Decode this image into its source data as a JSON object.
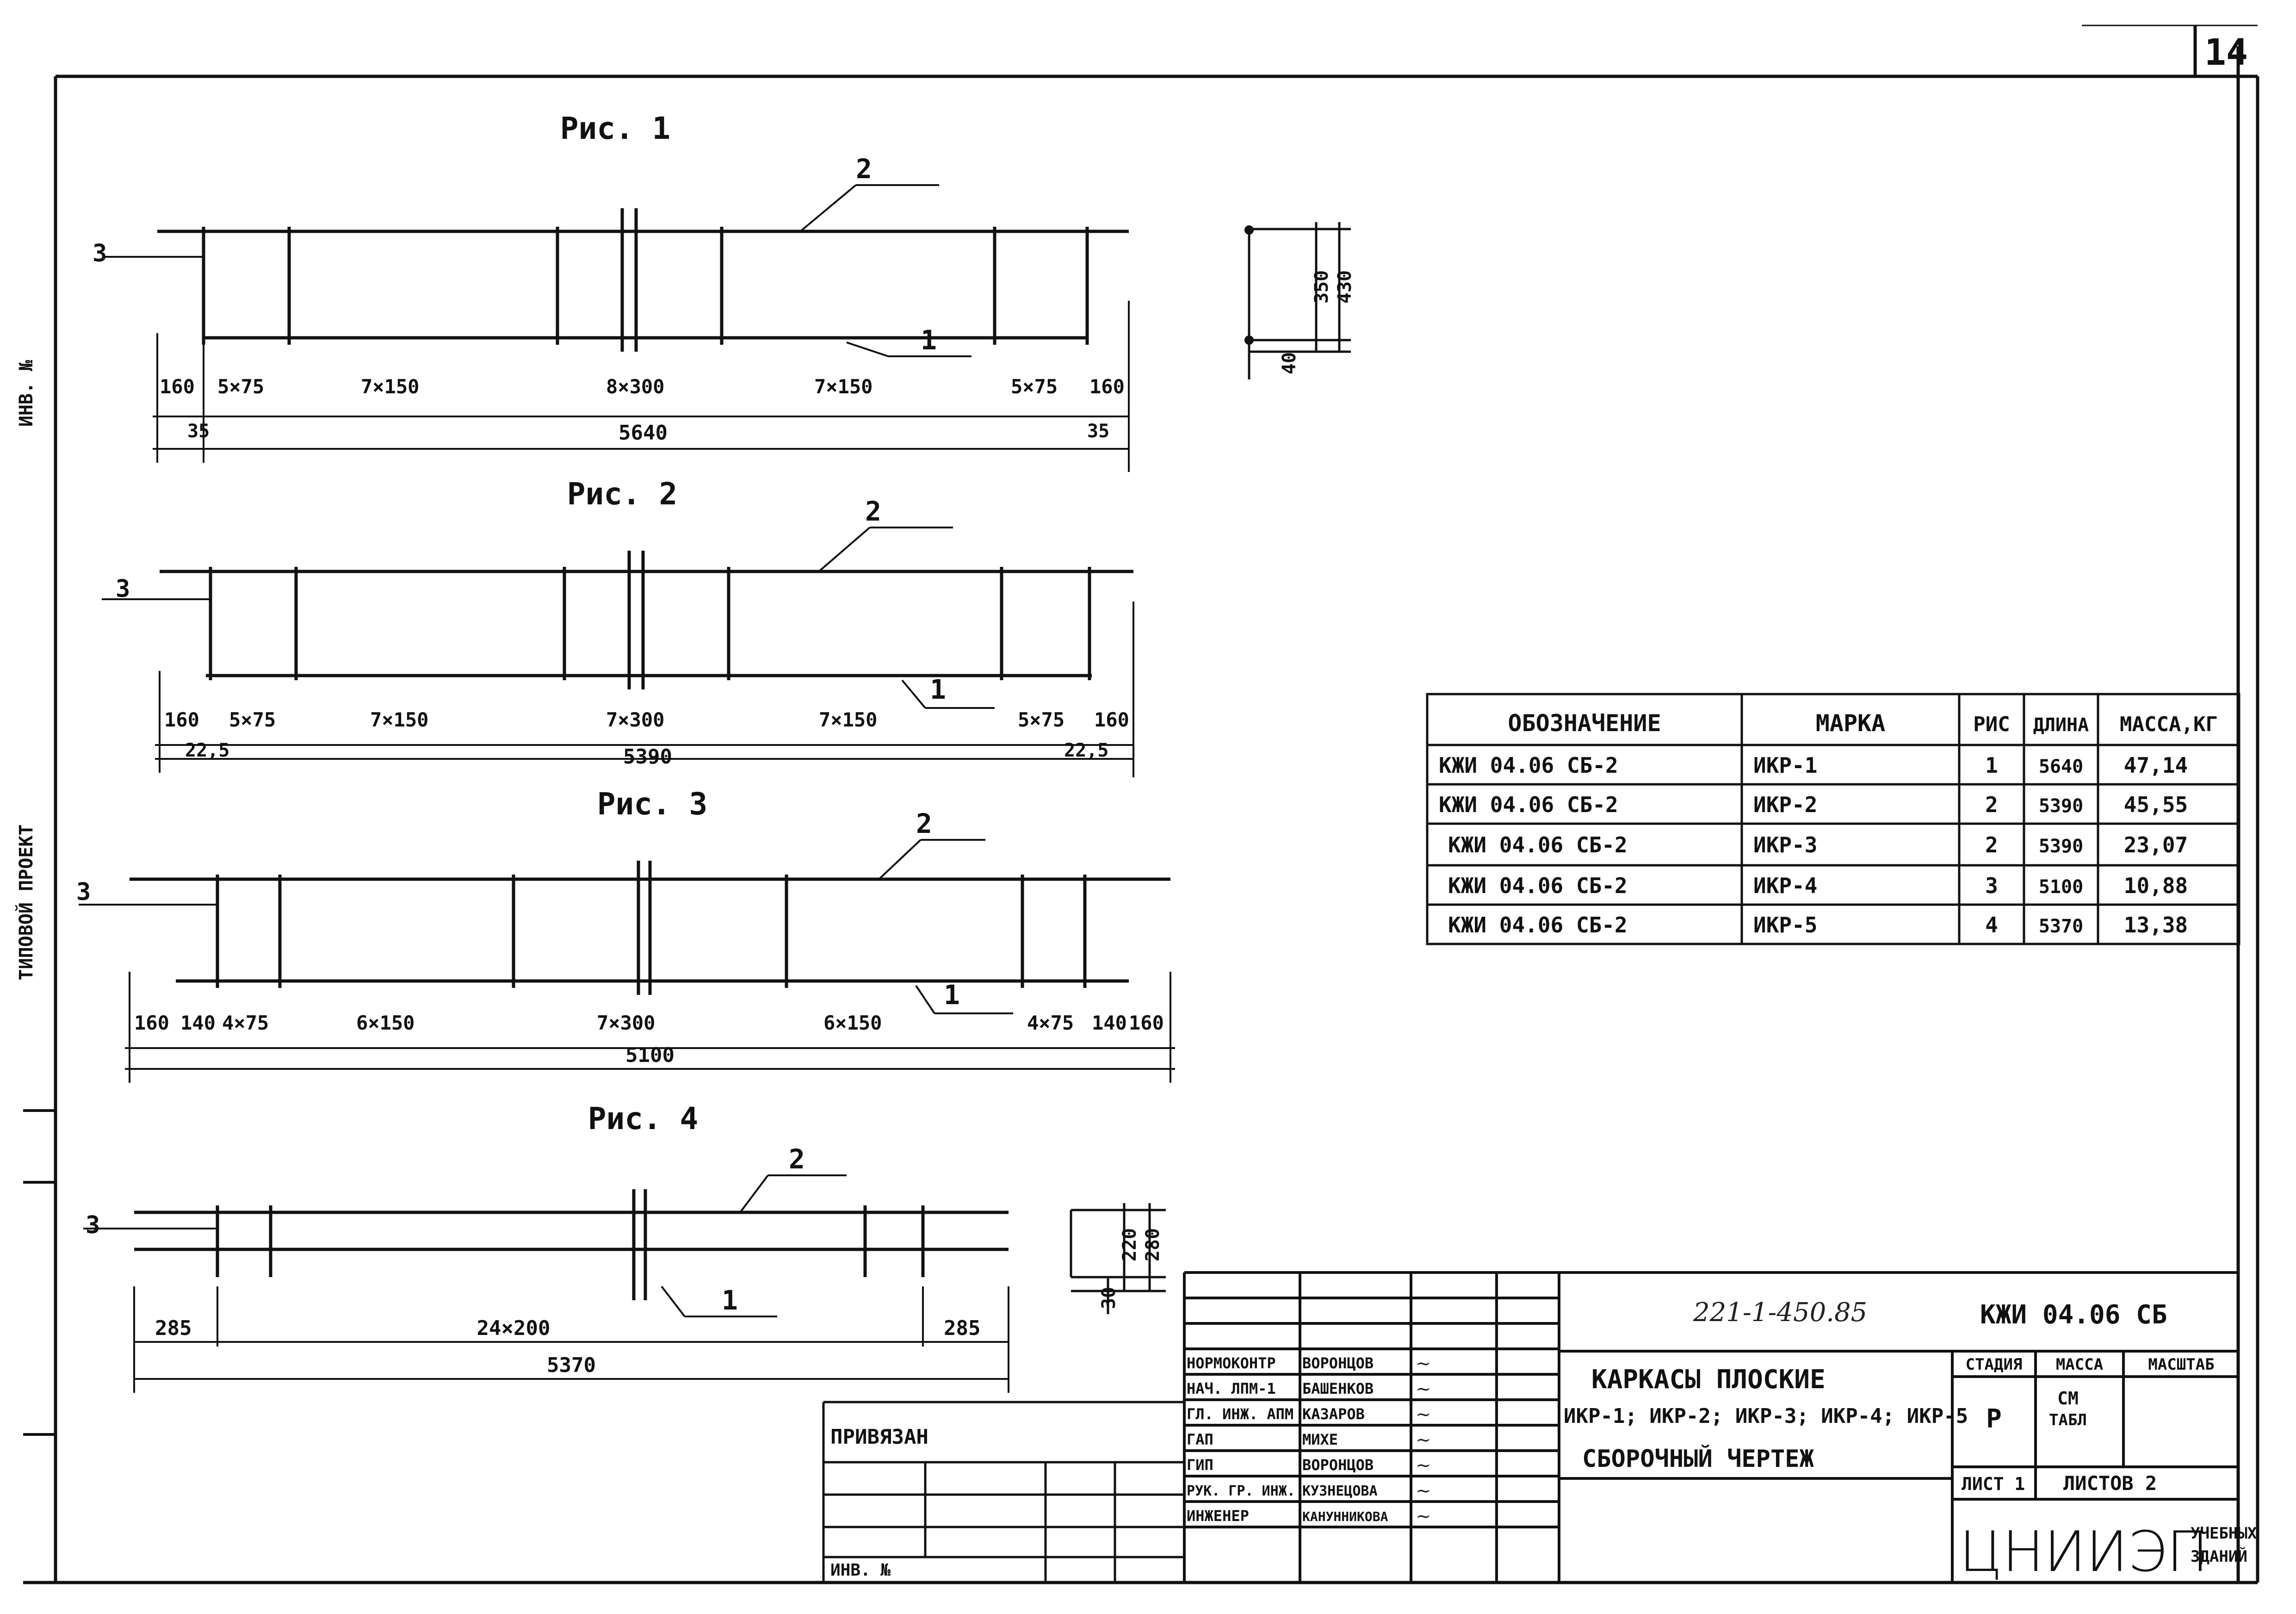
{
  "sheet_number": "14",
  "margin_stamps": {
    "top": "ИНВ. №",
    "bottom": "ТИПОВОЙ ПРОЕКТ"
  },
  "section_label": {
    "height_mm": "350",
    "total_mm": "430",
    "offset_mm": "40"
  },
  "section_label_small": {
    "height_mm": "220",
    "total_mm": "280",
    "offset_mm": "30"
  },
  "figures": [
    {
      "title": "Рис. 1",
      "callouts": {
        "top_bar": "2",
        "bottom_bar": "1",
        "left_bar": "3"
      },
      "segments": [
        "160",
        "5×75",
        "7×150",
        "8×300",
        "7×150",
        "5×75",
        "160"
      ],
      "edge_left": "35",
      "edge_right": "35",
      "overall": "5640"
    },
    {
      "title": "Рис. 2",
      "callouts": {
        "top_bar": "2",
        "bottom_bar": "1",
        "left_bar": "3"
      },
      "segments": [
        "160",
        "5×75",
        "7×150",
        "7×300",
        "7×150",
        "5×75",
        "160"
      ],
      "edge_left": "22,5",
      "edge_right": "22,5",
      "overall": "5390"
    },
    {
      "title": "Рис. 3",
      "callouts": {
        "top_bar": "2",
        "bottom_bar": "1",
        "left_bar": "3"
      },
      "segments": [
        "160",
        "140",
        "4×75",
        "6×150",
        "7×300",
        "6×150",
        "4×75",
        "140",
        "160"
      ],
      "overall": "5100"
    },
    {
      "title": "Рис. 4",
      "callouts": {
        "top_bar": "2",
        "bottom_bar": "1",
        "left_bar": "3"
      },
      "segments": [
        "285",
        "24×200",
        "285"
      ],
      "overall": "5370"
    }
  ],
  "spec_table": {
    "headers": [
      "ОБОЗНАЧЕНИЕ",
      "МАРКА",
      "РИС",
      "ДЛИНА",
      "МАССА,КГ"
    ],
    "rows": [
      [
        "КЖИ 04.06 СБ-2",
        "ИКР-1",
        "1",
        "5640",
        "47,14"
      ],
      [
        "КЖИ 04.06 СБ-2",
        "ИКР-2",
        "2",
        "5390",
        "45,55"
      ],
      [
        "КЖИ 04.06 СБ-2",
        "ИКР-3",
        "2",
        "5390",
        "23,07"
      ],
      [
        "КЖИ 04.06 СБ-2",
        "ИКР-4",
        "3",
        "5100",
        "10,88"
      ],
      [
        "КЖИ 04.06 СБ-2",
        "ИКР-5",
        "4",
        "5370",
        "13,38"
      ]
    ]
  },
  "title_block": {
    "project_code": "221-1-450.85",
    "drawing_code": "КЖИ 04.06 СБ",
    "title_line1": "КАРКАСЫ ПЛОСКИЕ",
    "title_line2": "ИКР-1; ИКР-2; ИКР-3; ИКР-4; ИКР-5",
    "title_line3": "СБОРОЧНЫЙ ЧЕРТЕЖ",
    "stage_header": "СТАДИЯ",
    "mass_header": "МАССА",
    "scale_header": "МАСШТАБ",
    "stage_value": "Р",
    "mass_value_1": "СМ",
    "mass_value_2": "ТАБЛ",
    "sheet_label": "ЛИСТ 1",
    "sheets_label": "ЛИСТОВ 2",
    "org_logo": "ЦНИИЭП",
    "org_line1": "УЧЕБНЫХ",
    "org_line2": "ЗДАНИЙ",
    "privyazan": "ПРИВЯЗАН",
    "inv_no": "ИНВ. №",
    "staff": [
      {
        "role": "НОРМОКОНТР",
        "name": "ВОРОНЦОВ"
      },
      {
        "role": "НАЧ. ЛПМ-1",
        "name": "БАШЕНКОВ"
      },
      {
        "role": "ГЛ. ИНЖ. АПМ",
        "name": "КАЗАРОВ"
      },
      {
        "role": "ГАП",
        "name": "МИХЕ"
      },
      {
        "role": "ГИП",
        "name": "ВОРОНЦОВ"
      },
      {
        "role": "РУК. ГР. ИНЖ.",
        "name": "КУЗНЕЦОВА"
      },
      {
        "role": "ИНЖЕНЕР",
        "name": "КАНУННИКОВА"
      }
    ]
  },
  "colors": {
    "ink": "#111111",
    "paper": "#ffffff"
  }
}
